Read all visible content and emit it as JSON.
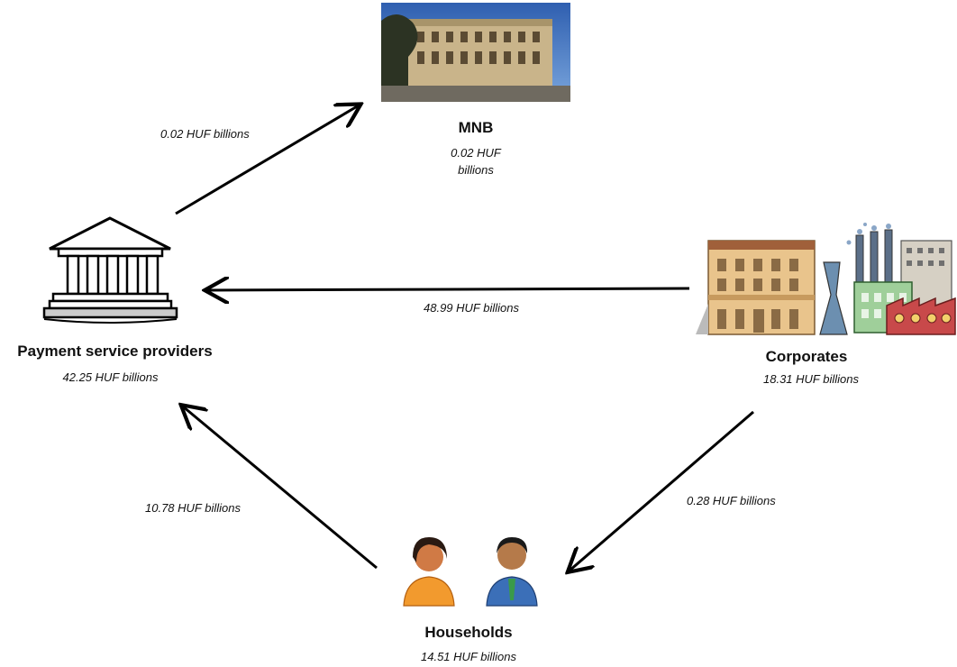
{
  "nodes": {
    "mnb": {
      "title": "MNB",
      "value_line1": "0.02 HUF",
      "value_line2": "billions"
    },
    "psp": {
      "title": "Payment service providers",
      "value": "42.25 HUF billions"
    },
    "corporates": {
      "title": "Corporates",
      "value": "18.31 HUF billions"
    },
    "households": {
      "title": "Households",
      "value": "14.51 HUF billions"
    }
  },
  "edges": {
    "psp_to_mnb": "0.02 HUF billions",
    "corporates_to_psp": "48.99 HUF billions",
    "households_to_psp": "10.78 HUF billions",
    "corporates_to_households": "0.28 HUF billions"
  }
}
